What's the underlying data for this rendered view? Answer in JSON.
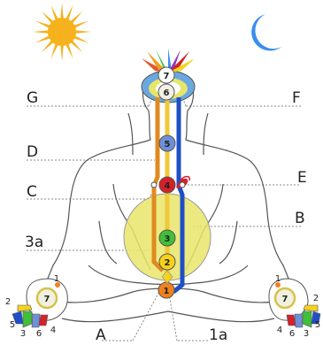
{
  "colors": {
    "sun": "#f5b21c",
    "moon": "#3a8ef0",
    "channel_left": "#e08a1e",
    "channel_center": "#f0c83a",
    "channel_right": "#1f4fc7",
    "aura": "#e7e56a",
    "body_line": "#555555"
  },
  "labels": {
    "G": "G",
    "F": "F",
    "D": "D",
    "E": "E",
    "C": "C",
    "B": "B",
    "3a": "3a",
    "A": "A",
    "1a": "1a"
  },
  "chakras": [
    {
      "num": "1",
      "color": "#f0811e"
    },
    {
      "num": "2",
      "color": "#f6d21b"
    },
    {
      "num": "3",
      "color": "#3fbf3a"
    },
    {
      "num": "4",
      "color": "#d3222a"
    },
    {
      "num": "5",
      "color": "#6f8fd8"
    },
    {
      "num": "6",
      "color": "#f2f0e6"
    },
    {
      "num": "7",
      "color": "#ffffff"
    }
  ],
  "left_hand": {
    "center": "7",
    "fingers": [
      "1",
      "2",
      "3",
      "4",
      "5",
      "6"
    ]
  },
  "right_hand": {
    "center": "7",
    "fingers": [
      "1",
      "2",
      "3",
      "4",
      "5",
      "6"
    ]
  }
}
